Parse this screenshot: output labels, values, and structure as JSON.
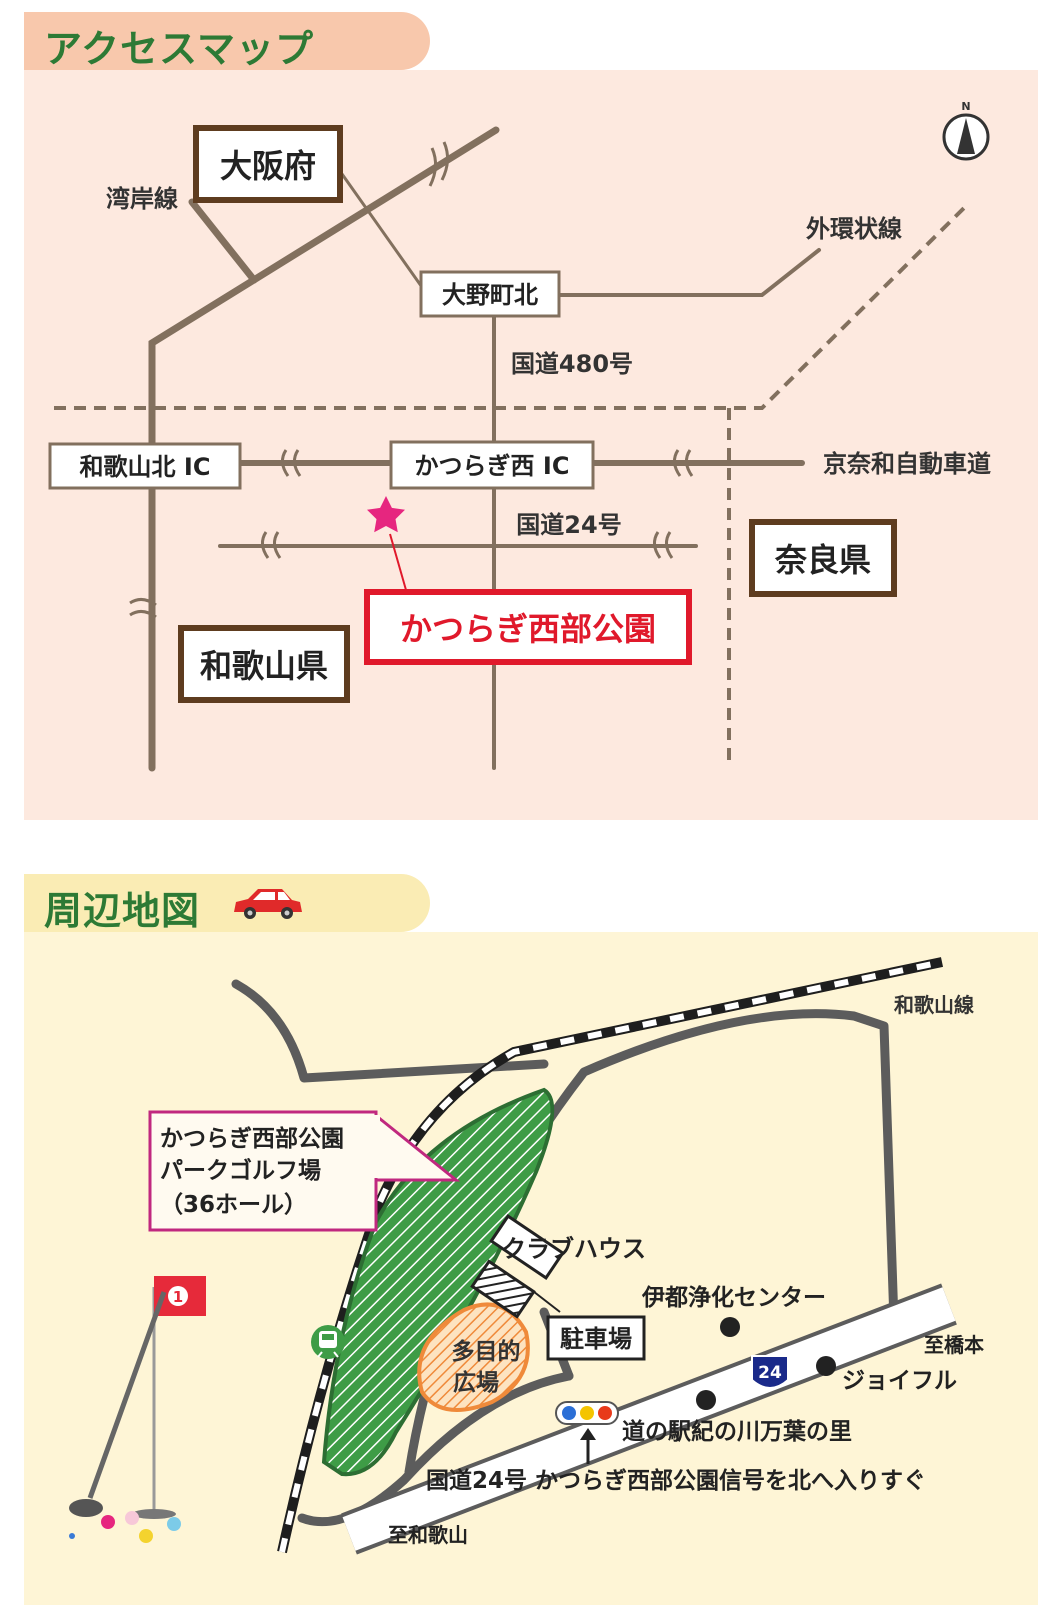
{
  "access_map": {
    "header": "アクセスマップ",
    "compass": "N",
    "prefectures": {
      "osaka": "大阪府",
      "wakayama": "和歌山県",
      "nara": "奈良県"
    },
    "roads": {
      "wangan": "湾岸線",
      "gaikanjo": "外環状線",
      "route480": "国道480号",
      "route24": "国道24号",
      "keinawa": "京奈和自動車道"
    },
    "junctions": {
      "ono": "大野町北",
      "wakayama_kita_ic": "和歌山北 IC",
      "katsuragi_nishi_ic": "かつらぎ西 IC"
    },
    "destination": "かつらぎ西部公園",
    "colors": {
      "road": "#82705e",
      "box_border": "#5e3c1f",
      "destination": "#e0192b",
      "star": "#e6267f",
      "background": "#fde9df"
    }
  },
  "vicinity_map": {
    "header": "周辺地図",
    "header_icon": "car-icon",
    "rail_line": "和歌山線",
    "park_callout": [
      "かつらぎ西部公園",
      "パークゴルフ場",
      "（36ホール）"
    ],
    "clubhouse": "クラブハウス",
    "parking": "駐車場",
    "plaza": [
      "多目的",
      "広場"
    ],
    "landmarks": {
      "ito": "伊都浄化センター",
      "joyful": "ジョイフル",
      "michinoeki": "道の駅紀の川万葉の里"
    },
    "directions": {
      "hashimoto": "至橋本",
      "wakayama": "至和歌山"
    },
    "route_badge": "24",
    "flag_number": "1",
    "instruction": "国道24号 かつらぎ西部公園信号を北へ入りすぐ",
    "colors": {
      "background": "#fef5d6",
      "park": "#3e9c46",
      "plaza": "#ef8a3a",
      "callout": "#c0287f",
      "road": "#5c5c5c",
      "badge": "#1a2a8a"
    }
  }
}
